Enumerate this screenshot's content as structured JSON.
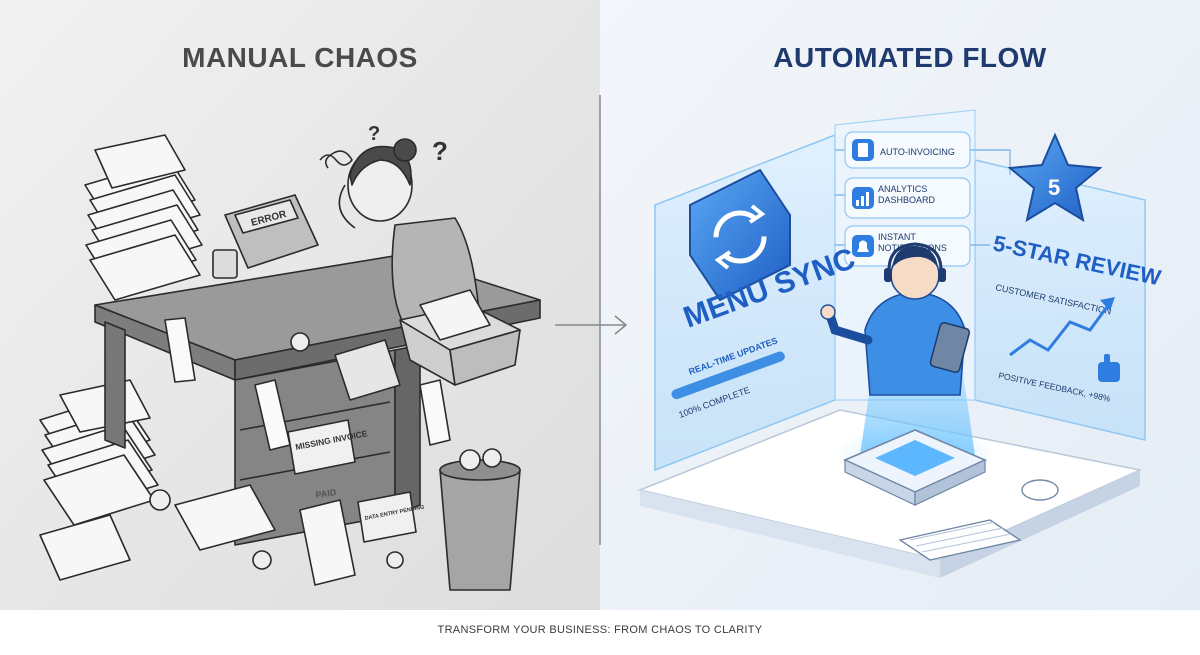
{
  "left_panel": {
    "title": "MANUAL CHAOS",
    "calculator_display": "ERROR",
    "sign_missing_invoice": "MISSING INVOICE",
    "sign_data_entry": "DATA ENTRY PENDING",
    "stamp_paid": "PAID",
    "question_marks": [
      "?",
      "?"
    ]
  },
  "right_panel": {
    "title": "AUTOMATED FLOW",
    "features": [
      {
        "label": "AUTO-INVOICING",
        "icon": "document-icon"
      },
      {
        "label": "ANALYTICS DASHBOARD",
        "icon": "bar-chart-icon"
      },
      {
        "label": "INSTANT NOTIFICATIONS",
        "icon": "bell-icon"
      }
    ],
    "menu_sync": {
      "title": "MENU SYNC",
      "subtitle": "REAL-TIME UPDATES",
      "progress_label": "100% COMPLETE",
      "progress": 1.0
    },
    "review": {
      "star_number": "5",
      "title": "5-STAR REVIEW",
      "subtitle": "CUSTOMER SATISFACTION",
      "feedback": "POSITIVE FEEDBACK, +98%"
    }
  },
  "caption": "TRANSFORM YOUR BUSINESS: FROM CHAOS TO CLARITY",
  "colors": {
    "left_bg": "#e6e6e6",
    "right_bg": "#eef3f9",
    "accent_blue": "#2f7de1",
    "dark_blue": "#1e3a6e",
    "gray_text": "#4a4a4a"
  }
}
